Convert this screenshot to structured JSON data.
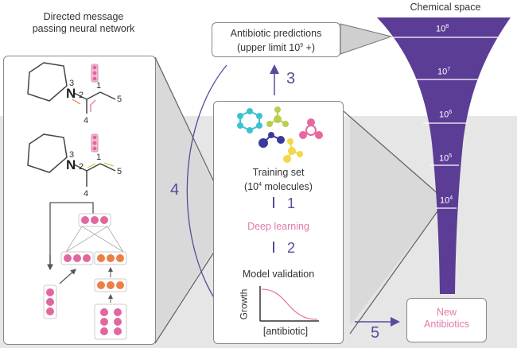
{
  "left_panel": {
    "title_line1": "Directed message",
    "title_line2": "passing neural network",
    "molecule1": {
      "atom_N": "N",
      "labels": [
        "1",
        "2",
        "3",
        "4",
        "5"
      ]
    },
    "molecule2": {
      "atom_N": "N",
      "labels": [
        "1",
        "2",
        "3",
        "4",
        "5"
      ]
    }
  },
  "predictions_box": {
    "line1": "Antibiotic predictions",
    "line2_prefix": "(upper limit 10",
    "line2_exp": "9",
    "line2_suffix": " +)"
  },
  "training_box": {
    "line1": "Training set",
    "line2_prefix": "(10",
    "line2_exp": "4",
    "line2_suffix": " molecules)",
    "step1": "1",
    "deep_learning": "Deep learning",
    "step2": "2",
    "validation_title": "Model validation",
    "plot_ylabel": "Growth",
    "plot_xlabel": "[antibiotic]"
  },
  "steps": {
    "step3": "3",
    "step4": "4",
    "step5": "5"
  },
  "chemical_space": {
    "title": "Chemical space",
    "levels": [
      {
        "base": "10",
        "exp": "8"
      },
      {
        "base": "10",
        "exp": "7"
      },
      {
        "base": "10",
        "exp": "6"
      },
      {
        "base": "10",
        "exp": "5"
      },
      {
        "base": "10",
        "exp": "4"
      }
    ]
  },
  "new_antibiotics": {
    "line1": "New",
    "line2": "Antibiotics"
  },
  "colors": {
    "purple": "#5b3d96",
    "arrow": "#5b4a9a",
    "pink_node": "#e2679f",
    "orange_node": "#ec7f45",
    "pink_text": "#e27aa8",
    "band": "#e6e6e6"
  }
}
